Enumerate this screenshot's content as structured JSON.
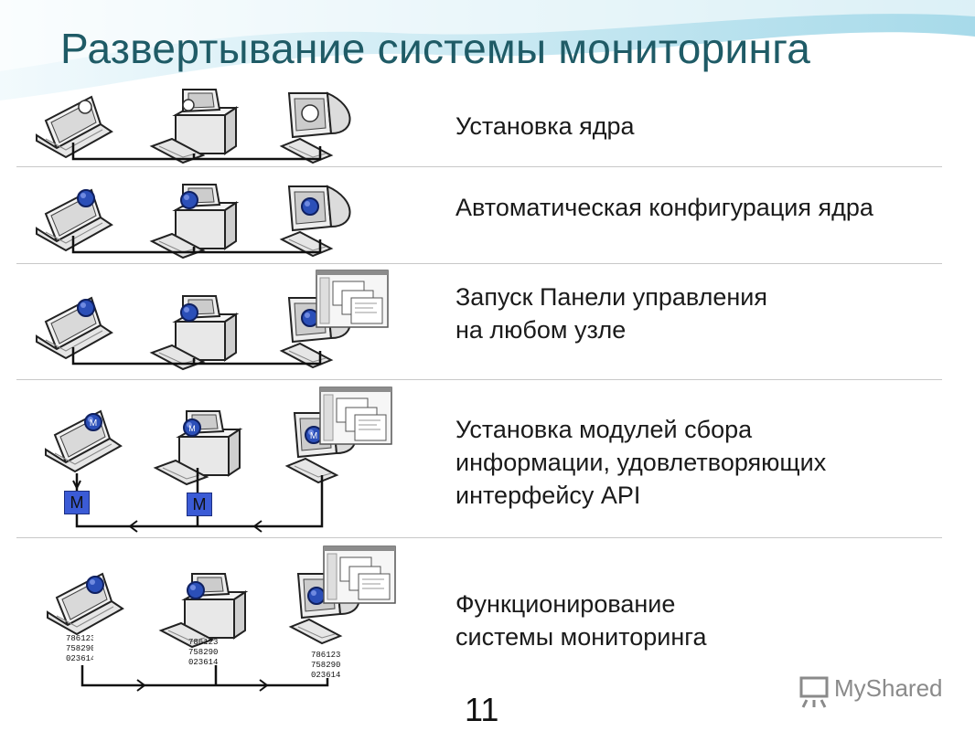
{
  "title": "Развертывание системы мониторинга",
  "steps": [
    {
      "lines": [
        "Установка ядра"
      ]
    },
    {
      "lines": [
        "Автоматическая конфигурация ядра"
      ]
    },
    {
      "lines": [
        "Запуск Панели управления",
        "на любом узле"
      ]
    },
    {
      "lines": [
        "Установка модулей сбора",
        "информации, удовлетворяющих",
        "интерфейсу API"
      ]
    },
    {
      "lines": [
        "Функционирование",
        "системы мониторинга"
      ]
    }
  ],
  "module_label": "M",
  "data_codes": [
    "786123",
    "758290",
    "023614"
  ],
  "page_number": "11",
  "watermark": "MyShared",
  "colors": {
    "title": "#1f5b66",
    "module": "#3b5bd6",
    "screen_active": "#2b4fb8",
    "bg_wave": "#9ed4e6"
  }
}
